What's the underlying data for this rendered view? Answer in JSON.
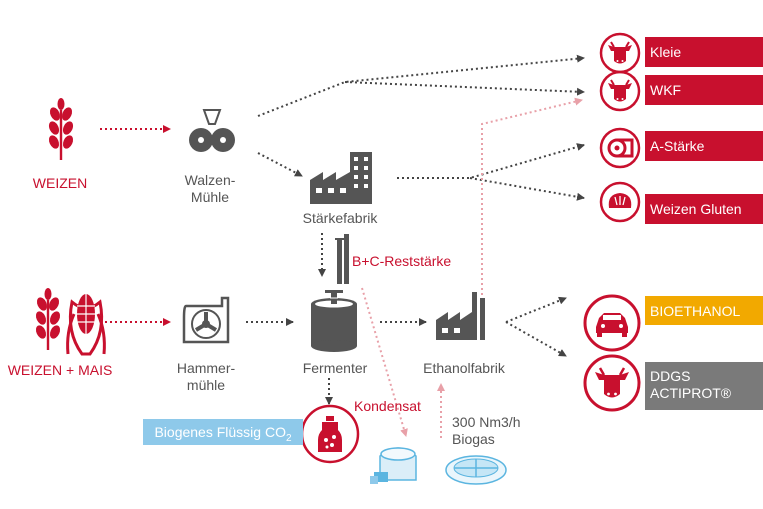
{
  "inputs": {
    "weizen": "WEIZEN",
    "weizen_mais": "WEIZEN + MAIS"
  },
  "processes": {
    "walzen_muehle": "Walzen-\nMühle",
    "staerkefabrik": "Stärkefabrik",
    "hammer_muehle": "Hammer-\nmühle",
    "fermenter": "Fermenter",
    "ethanolfabrik": "Ethanolfabrik"
  },
  "streams": {
    "bc_reststaerke": "B+C-Reststärke",
    "kondensat": "Kondensat",
    "biogas": "300 Nm3/h\nBiogas"
  },
  "outputs": [
    {
      "label": "Kleie",
      "icon": "cow-icon",
      "color": "#c8102e"
    },
    {
      "label": "WKF",
      "icon": "cow-icon",
      "color": "#c8102e"
    },
    {
      "label": "A-Stärke",
      "icon": "paper-roll-icon",
      "color": "#c8102e"
    },
    {
      "label": "Weizen Gluten",
      "icon": "bread-icon",
      "color": "#c8102e"
    },
    {
      "label": "BIOETHANOL",
      "icon": "car-icon",
      "color": "#f2a900"
    },
    {
      "label": "DDGS\nACTIPROT®",
      "icon": "cow-icon",
      "color": "#7a7a7a"
    }
  ],
  "co2": {
    "label": "Biogenes Flüssig CO",
    "subscript": "2"
  },
  "colors": {
    "accent_red": "#c8102e",
    "icon_grey": "#555555",
    "arrow_grey": "#444444",
    "arrow_pink": "#e8a0a8",
    "co2_blue": "#8ec9ea",
    "biogas_blue": "#5bb5e0"
  }
}
